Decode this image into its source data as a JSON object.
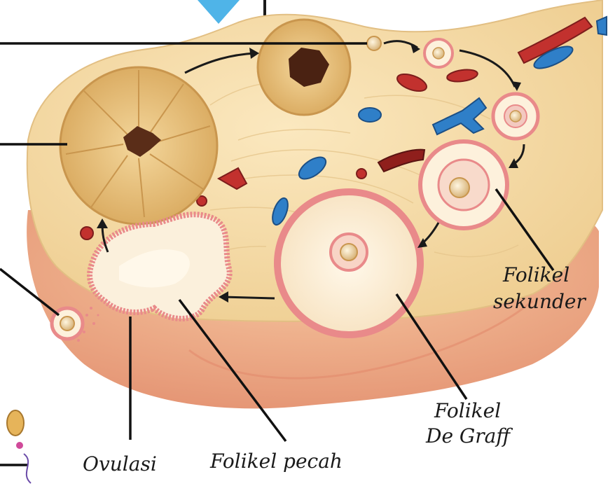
{
  "labels": {
    "folikel_sekunder_line1": "Folikel",
    "folikel_sekunder_line2": "sekunder",
    "folikel_de_graff_line1": "Folikel",
    "folikel_de_graff_line2": "De Graff",
    "folikel_pecah": "Folikel pecah",
    "ovulasi": "Ovulasi"
  },
  "colors": {
    "stroma": "#f6dca4",
    "stroma_edge": "#e8c88c",
    "ovary_base": "#f0b48a",
    "ovary_shadow": "#e79a78",
    "corpus": "#e9c27a",
    "corpus_dark": "#5a2d18",
    "follicle_ring": "#e98a8a",
    "follicle_fill": "#fdf1dc",
    "vein": "#2f7fc8",
    "artery": "#c2312e",
    "arrow": "#1a1a1a",
    "pointer_arrow": "#4fb4e8"
  }
}
